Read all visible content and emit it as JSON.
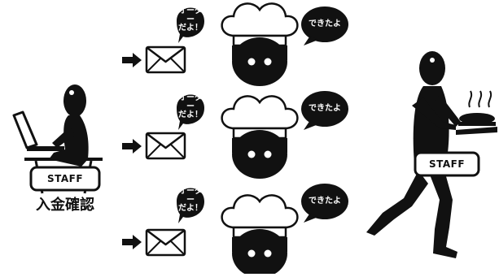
{
  "diagram": {
    "cashier": {
      "tag": "STAFF",
      "caption": "入金確認"
    },
    "server": {
      "tag": "STAFF"
    },
    "rows": [
      {
        "order_bubble": "オーダー\nだよ！",
        "done_bubble": "できたよ"
      },
      {
        "order_bubble": "オーダー\nだよ！",
        "done_bubble": "できたよ"
      },
      {
        "order_bubble": "オーダー\nだよ！",
        "done_bubble": "できたよ"
      }
    ],
    "colors": {
      "ink": "#111111",
      "paper": "#ffffff"
    }
  }
}
